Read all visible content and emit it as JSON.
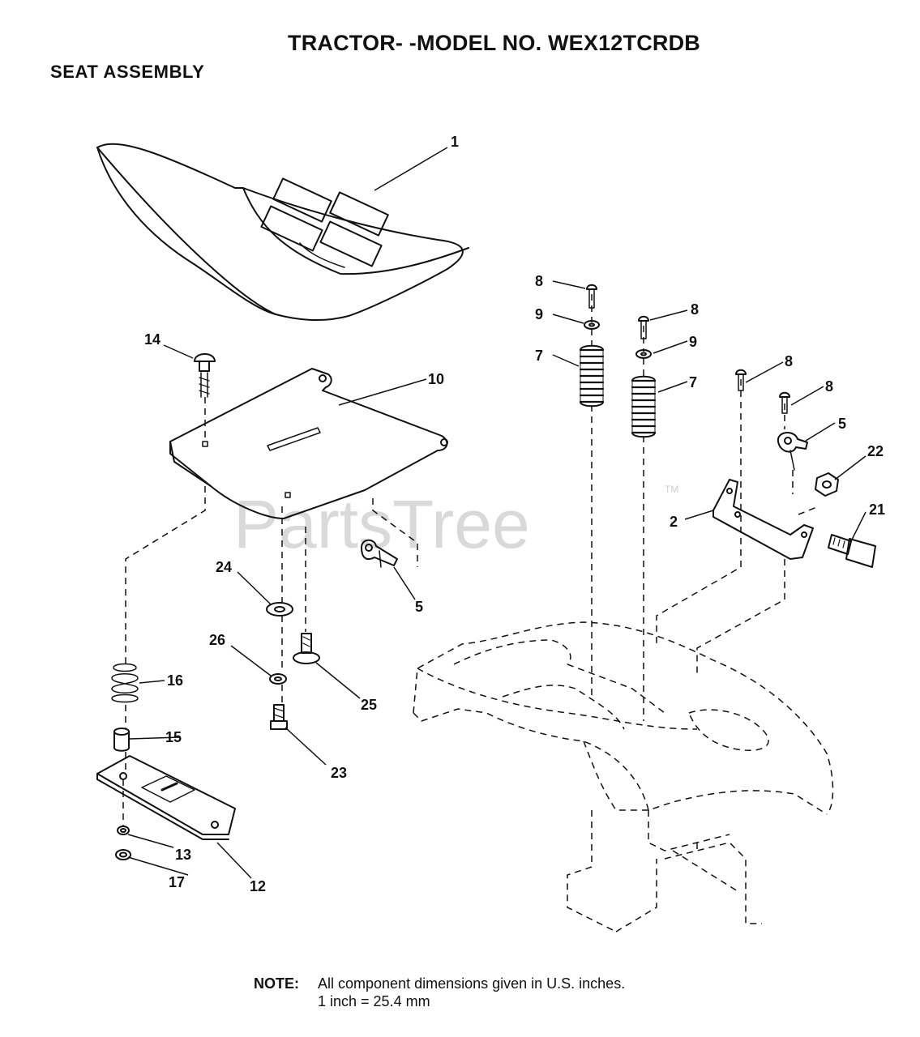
{
  "header": {
    "title": "TRACTOR- -MODEL NO. WEX12TCRDB",
    "subtitle": "SEAT ASSEMBLY"
  },
  "watermark": {
    "text": "PartsTree",
    "trademark": "TM"
  },
  "callouts": [
    {
      "id": "c1",
      "label": "1"
    },
    {
      "id": "c14",
      "label": "14"
    },
    {
      "id": "c10",
      "label": "10"
    },
    {
      "id": "c24",
      "label": "24"
    },
    {
      "id": "c5a",
      "label": "5"
    },
    {
      "id": "c26",
      "label": "26"
    },
    {
      "id": "c25",
      "label": "25"
    },
    {
      "id": "c16",
      "label": "16"
    },
    {
      "id": "c15",
      "label": "15"
    },
    {
      "id": "c23",
      "label": "23"
    },
    {
      "id": "c13",
      "label": "13"
    },
    {
      "id": "c17",
      "label": "17"
    },
    {
      "id": "c12",
      "label": "12"
    },
    {
      "id": "c8a",
      "label": "8"
    },
    {
      "id": "c9a",
      "label": "9"
    },
    {
      "id": "c7a",
      "label": "7"
    },
    {
      "id": "c8b",
      "label": "8"
    },
    {
      "id": "c9b",
      "label": "9"
    },
    {
      "id": "c7b",
      "label": "7"
    },
    {
      "id": "c8c",
      "label": "8"
    },
    {
      "id": "c8d",
      "label": "8"
    },
    {
      "id": "c5b",
      "label": "5"
    },
    {
      "id": "c22",
      "label": "22"
    },
    {
      "id": "c21",
      "label": "21"
    },
    {
      "id": "c2",
      "label": "2"
    }
  ],
  "note": {
    "label": "NOTE:",
    "line1": "All component dimensions given in U.S. inches.",
    "line2": "1 inch = 25.4 mm"
  }
}
